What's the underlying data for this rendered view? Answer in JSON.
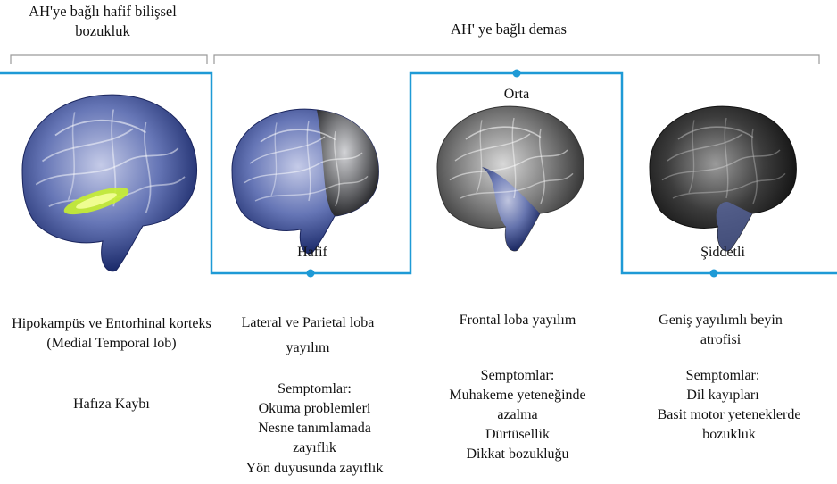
{
  "header": {
    "mci_title": "AH'ye bağlı hafif bilişsel bozukluk",
    "dementia_title": "AH' ye bağlı demas"
  },
  "stages": [
    {
      "label": "",
      "brain_icon": "brain-hippocampus-highlight-icon",
      "region": "Hipokampüs ve Entorhinal korteks (Medial Temporal lob)",
      "symptoms_title": "",
      "symptoms": [
        "Hafıza Kaybı"
      ]
    },
    {
      "label": "Hafif",
      "brain_icon": "brain-mild-atrophy-icon",
      "region": "Lateral ve Parietal loba yayılım",
      "symptoms_title": "Semptomlar:",
      "symptoms": [
        "Okuma problemleri",
        "Nesne tanımlamada zayıflık",
        "Yön duyusunda zayıflık"
      ]
    },
    {
      "label": "Orta",
      "brain_icon": "brain-moderate-atrophy-icon",
      "region": "Frontal loba yayılım",
      "symptoms_title": "Semptomlar:",
      "symptoms": [
        "Muhakeme yeteneğinde azalma",
        "Dürtüsellik",
        "Dikkat bozukluğu"
      ]
    },
    {
      "label": "Şiddetli",
      "brain_icon": "brain-severe-atrophy-icon",
      "region": "Geniş yayılımlı beyin atrofisi",
      "symptoms_title": "Semptomlar:",
      "symptoms": [
        "Dil kayıpları",
        "Basit motor yeteneklerde bozukluk"
      ]
    }
  ],
  "colors": {
    "timeline": "#1e9ad6",
    "bracket": "#9a9a9a",
    "highlight": "#c8f030",
    "brain_healthy": "#3b4f9a",
    "brain_atrophy": "#555555"
  }
}
